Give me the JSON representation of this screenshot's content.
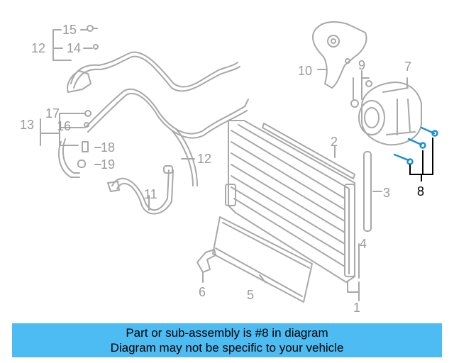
{
  "callouts": [
    {
      "id": "1",
      "label": "1"
    },
    {
      "id": "2",
      "label": "2"
    },
    {
      "id": "3",
      "label": "3"
    },
    {
      "id": "4",
      "label": "4"
    },
    {
      "id": "5",
      "label": "5"
    },
    {
      "id": "6",
      "label": "6"
    },
    {
      "id": "7",
      "label": "7"
    },
    {
      "id": "8",
      "label": "8",
      "highlighted": true
    },
    {
      "id": "9",
      "label": "9"
    },
    {
      "id": "10",
      "label": "10"
    },
    {
      "id": "11",
      "label": "11"
    },
    {
      "id": "12a",
      "label": "12"
    },
    {
      "id": "12b",
      "label": "12"
    },
    {
      "id": "13",
      "label": "13"
    },
    {
      "id": "14",
      "label": "14"
    },
    {
      "id": "15",
      "label": "15"
    },
    {
      "id": "16",
      "label": "16"
    },
    {
      "id": "17",
      "label": "17"
    },
    {
      "id": "18",
      "label": "18"
    },
    {
      "id": "19",
      "label": "19"
    }
  ],
  "banner": {
    "line1": "Part or sub-assembly is #8 in diagram",
    "line2": "Diagram may not be specific to your vehicle"
  },
  "colors": {
    "part_line": "#a8a8a8",
    "highlight_part": "#1a8fd6",
    "banner_bg": "#4dbcf3",
    "highlight_text": "#000000"
  }
}
